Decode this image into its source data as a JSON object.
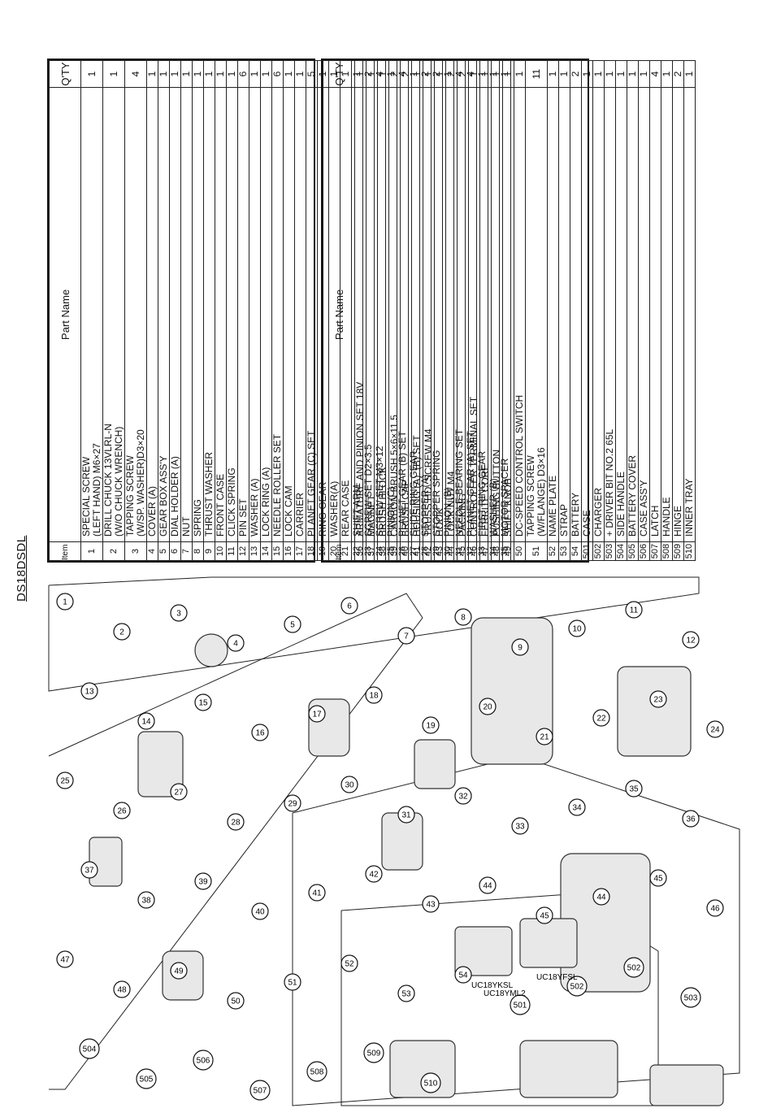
{
  "model": "DS18DSDL",
  "headers": {
    "item_no": "Item No.",
    "part_name": "Part Name",
    "qty": "Q'TY"
  },
  "table_left": [
    {
      "no": "1",
      "name": "SPECIAL SCREW",
      "name2": "(LEFT HAND) M6×27",
      "qty": "1"
    },
    {
      "no": "2",
      "name": "DRILL CHUCK 13VLRL-N",
      "name2": "(W/O CHUCK WRENCH)",
      "qty": "1"
    },
    {
      "no": "3",
      "name": "TAPPING SCREW",
      "name2": "(W/SP. WASHER)D3×20",
      "qty": "4"
    },
    {
      "no": "4",
      "name": "COVER (A)",
      "name2": "",
      "qty": "1"
    },
    {
      "no": "5",
      "name": "GEAR BOX ASS'Y",
      "name2": "",
      "qty": "1"
    },
    {
      "no": "6",
      "name": "DIAL HOLDER (A)",
      "name2": "",
      "qty": "1"
    },
    {
      "no": "7",
      "name": "NUT",
      "name2": "",
      "qty": "1"
    },
    {
      "no": "8",
      "name": "SPRING",
      "name2": "",
      "qty": "1"
    },
    {
      "no": "9",
      "name": "THRUST WASHER",
      "name2": "",
      "qty": "1"
    },
    {
      "no": "10",
      "name": "FRONT CASE",
      "name2": "",
      "qty": "1"
    },
    {
      "no": "11",
      "name": "CLICK SPRING",
      "name2": "",
      "qty": "1"
    },
    {
      "no": "12",
      "name": "PIN SET",
      "name2": "",
      "qty": "6"
    },
    {
      "no": "13",
      "name": "WASHER (A)",
      "name2": "",
      "qty": "1"
    },
    {
      "no": "14",
      "name": "LOCK RING (A)",
      "name2": "",
      "qty": "1"
    },
    {
      "no": "15",
      "name": "NEEDLE ROLLER SET",
      "name2": "",
      "qty": "6"
    },
    {
      "no": "16",
      "name": "LOCK CAM",
      "name2": "",
      "qty": "1"
    },
    {
      "no": "17",
      "name": "CARRIER",
      "name2": "",
      "qty": "1"
    },
    {
      "no": "18",
      "name": "PLANET GEAR (C) SET",
      "name2": "",
      "qty": "5"
    },
    {
      "no": "19",
      "name": "RING GEAR",
      "name2": "",
      "qty": "1"
    },
    {
      "no": "20",
      "name": "WASHER(A)",
      "name2": "",
      "qty": "1"
    },
    {
      "no": "21",
      "name": "REAR CASE",
      "name2": "",
      "qty": "1"
    },
    {
      "no": "22",
      "name": "SHIFT ARM",
      "name2": "",
      "qty": "1"
    },
    {
      "no": "23",
      "name": "SCREW SET D2×3.5",
      "name2": "",
      "qty": "2"
    },
    {
      "no": "24",
      "name": "SCREW SET M3×12",
      "name2": "",
      "qty": "4"
    },
    {
      "no": "25",
      "name": "PINION (C)",
      "name2": "",
      "qty": "1"
    },
    {
      "no": "26",
      "name": "PLANET GEAR (B) SET",
      "name2": "",
      "qty": "4"
    },
    {
      "no": "27",
      "name": "SLIDE RING GEAR",
      "name2": "",
      "qty": "1"
    },
    {
      "no": "28",
      "name": "STOPPER (A)",
      "name2": "",
      "qty": "2"
    },
    {
      "no": "29",
      "name": "STOPPER SPRING",
      "name2": "",
      "qty": "2"
    },
    {
      "no": "30",
      "name": "PINION (B)",
      "name2": "",
      "qty": "1"
    },
    {
      "no": "31",
      "name": "NEEDLE BEARING SET",
      "name2": "",
      "qty": "4"
    },
    {
      "no": "32",
      "name": "PLANET GEAR (A) SET",
      "name2": "",
      "qty": "4"
    },
    {
      "no": "33",
      "name": "FIRST RING GEAR",
      "name2": "",
      "qty": "1"
    },
    {
      "no": "34",
      "name": "WASHER (B)",
      "name2": "",
      "qty": "1"
    },
    {
      "no": "35",
      "name": "MOTOR SPACER",
      "name2": "",
      "qty": "1"
    }
  ],
  "table_right": [
    {
      "no": "36",
      "name": "ARMATURE AND PINION SET 18V",
      "name2": "",
      "qty": "1"
    },
    {
      "no": "37",
      "name": "MAGNET",
      "name2": "",
      "qty": "1"
    },
    {
      "no": "38",
      "name": "BRUSH BLOCK",
      "name2": "",
      "qty": "1"
    },
    {
      "no": "39",
      "name": "CARBON BRUSH 5×6×11.5",
      "name2": "",
      "qty": "2"
    },
    {
      "no": "40",
      "name": "BRUSH CAP",
      "name2": "",
      "qty": "2"
    },
    {
      "no": "41",
      "name": "HOUSING (A). (B) SET",
      "name2": "",
      "qty": "1"
    },
    {
      "no": "42",
      "name": "TRUSS HD. SCREW M4",
      "name2": "",
      "qty": "1"
    },
    {
      "no": "43",
      "name": "HOOK",
      "name2": "",
      "qty": "1"
    },
    {
      "no": "44",
      "name": "LOCK NUT M4",
      "name2": "",
      "qty": "2"
    },
    {
      "no": "45",
      "name": "PACKING",
      "name2": "",
      "qty": "2"
    },
    {
      "no": "46",
      "name": "CONTROLLER TERMINAL SET",
      "name2": "",
      "qty": "1"
    },
    {
      "no": "47",
      "name": "FERRITE CORE",
      "name2": "",
      "qty": "1"
    },
    {
      "no": "48",
      "name": "PUSHING BUTTON",
      "name2": "",
      "qty": "1"
    },
    {
      "no": "49",
      "name": "SHIFT KNOB",
      "name2": "",
      "qty": "1"
    },
    {
      "no": "50",
      "name": "DC-SPEED CONTROL SWITCH",
      "name2": "",
      "qty": "1"
    },
    {
      "no": "51",
      "name": "TAPPING SCREW",
      "name2": "(W/FLANGE) D3×16",
      "qty": "11"
    },
    {
      "no": "52",
      "name": "NAME PLATE",
      "name2": "",
      "qty": "1"
    },
    {
      "no": "53",
      "name": "STRAP",
      "name2": "",
      "qty": "1"
    },
    {
      "no": "54",
      "name": "BATTERY",
      "name2": "",
      "qty": "2"
    },
    {
      "no": "501",
      "name": "CASE",
      "name2": "",
      "qty": "1"
    },
    {
      "no": "502",
      "name": "CHARGER",
      "name2": "",
      "qty": "1"
    },
    {
      "no": "503",
      "name": "+ DRIVER BIT NO.2  65L",
      "name2": "",
      "qty": "1"
    },
    {
      "no": "504",
      "name": "SIDE HANDLE",
      "name2": "",
      "qty": "1"
    },
    {
      "no": "505",
      "name": "BATTERY COVER",
      "name2": "",
      "qty": "1"
    },
    {
      "no": "506",
      "name": "CASE ASS'Y",
      "name2": "",
      "qty": "1"
    },
    {
      "no": "507",
      "name": "LATCH",
      "name2": "",
      "qty": "4"
    },
    {
      "no": "508",
      "name": "HANDLE",
      "name2": "",
      "qty": "1"
    },
    {
      "no": "509",
      "name": "HINGE",
      "name2": "",
      "qty": "2"
    },
    {
      "no": "510",
      "name": "INNER TRAY",
      "name2": "",
      "qty": "1"
    }
  ],
  "callouts": [
    "1",
    "2",
    "3",
    "4",
    "5",
    "6",
    "7",
    "8",
    "9",
    "10",
    "11",
    "12",
    "13",
    "14",
    "15",
    "16",
    "17",
    "18",
    "19",
    "20",
    "21",
    "22",
    "23",
    "24",
    "25",
    "26",
    "27",
    "28",
    "29",
    "30",
    "31",
    "32",
    "33",
    "34",
    "35",
    "36",
    "37",
    "38",
    "39",
    "40",
    "41",
    "42",
    "43",
    "44",
    "45",
    "44",
    "45",
    "46",
    "47",
    "48",
    "49",
    "50",
    "51",
    "52",
    "53",
    "54",
    "501",
    "502",
    "502",
    "503",
    "504",
    "505",
    "506",
    "507",
    "508",
    "509",
    "510"
  ],
  "charger_labels": [
    "UC18YKSL",
    "UC18YML2",
    "UC18YFSL"
  ]
}
